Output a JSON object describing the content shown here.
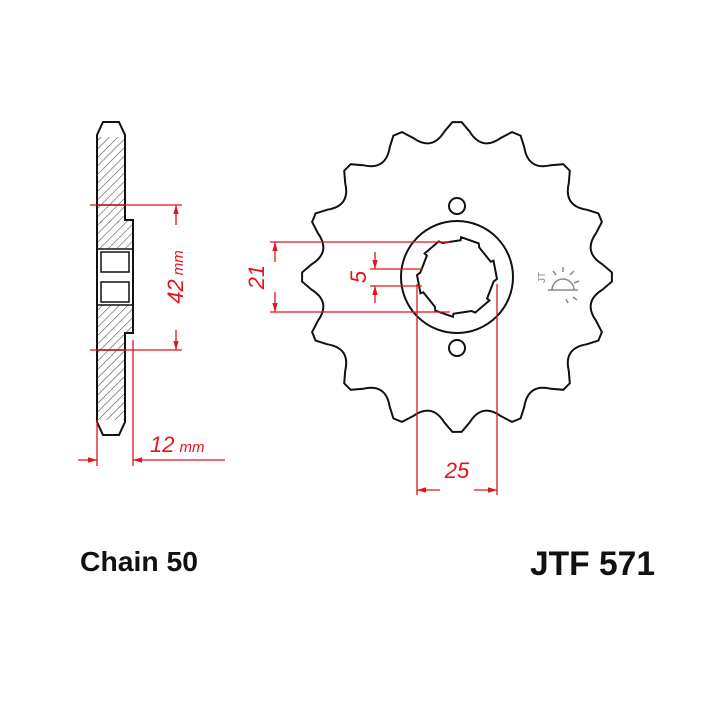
{
  "drawing": {
    "dimensions": {
      "hub_diameter": "42",
      "hub_diameter_unit": "mm",
      "width": "12",
      "width_unit": "mm",
      "spline_height": "21",
      "spline_tooth": "5",
      "spline_width": "25"
    },
    "chain_label": "Chain 50",
    "part_number": "JTF 571",
    "logo_text": "JT"
  },
  "colors": {
    "outline": "#111111",
    "dimension": "#e3141b",
    "hatch": "#555555",
    "logo": "#888888"
  }
}
